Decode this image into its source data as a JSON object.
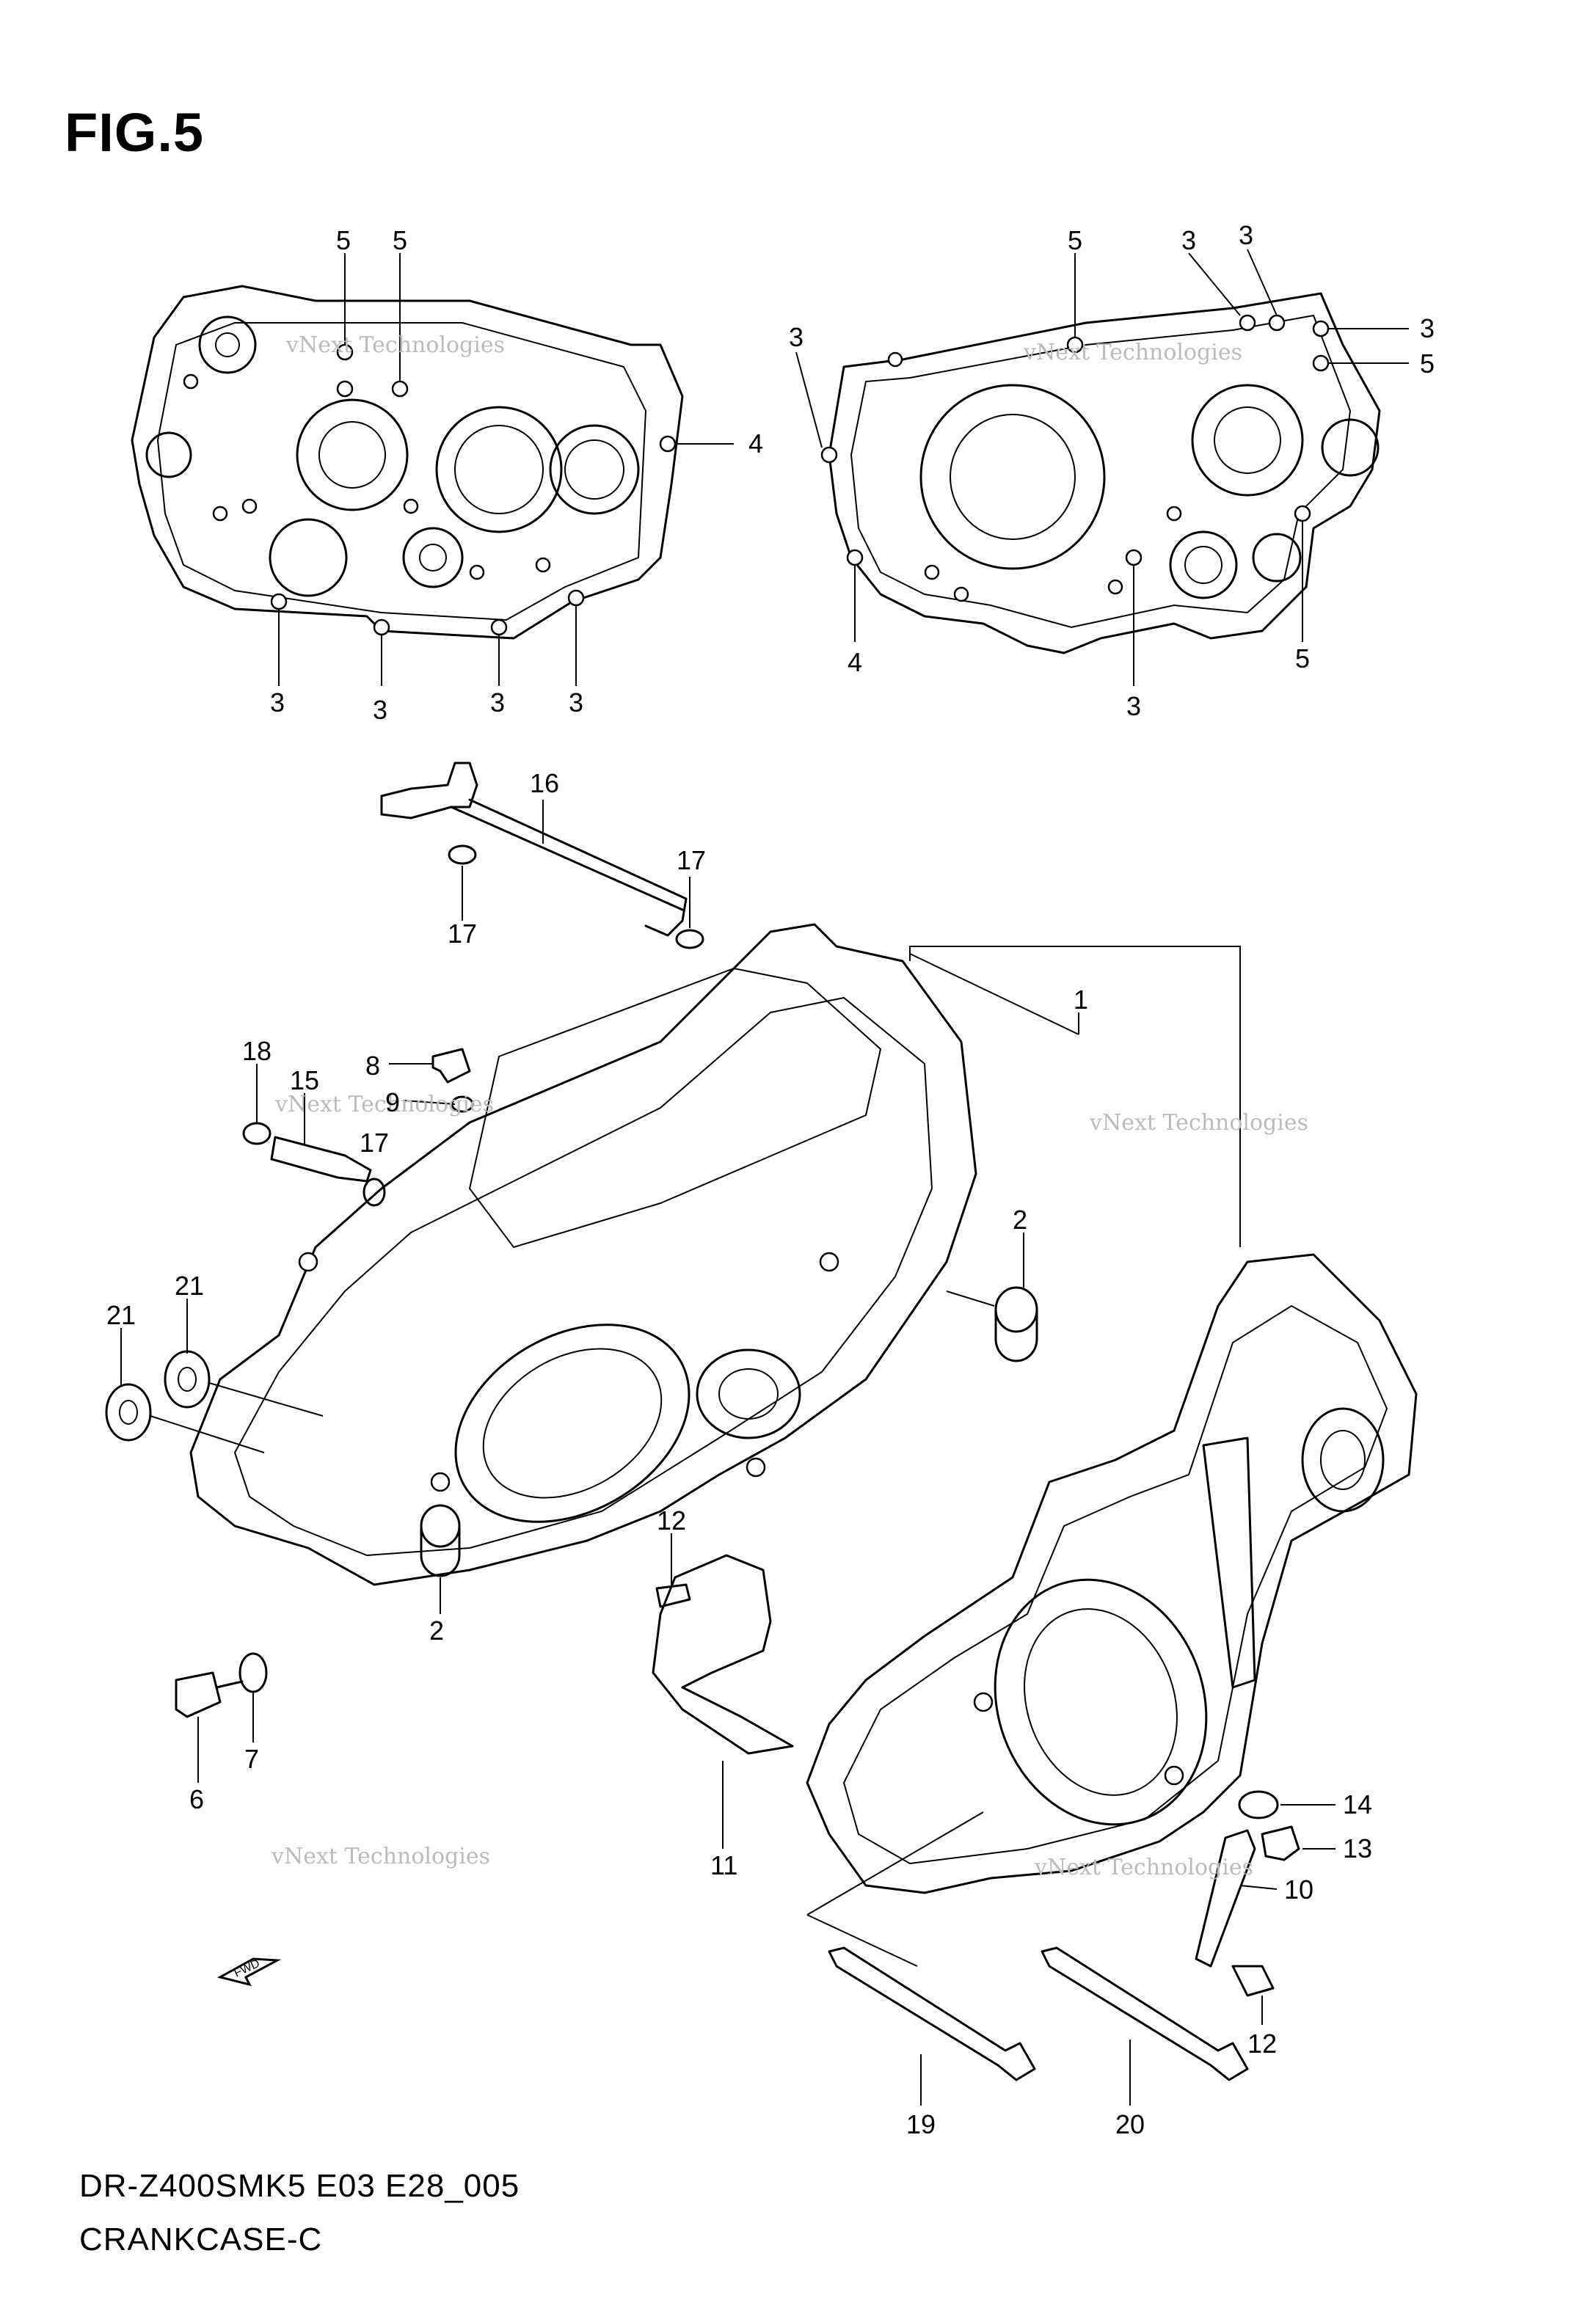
{
  "figure": {
    "title": "FIG.5"
  },
  "footer": {
    "model_code": "DR-Z400SMK5 E03 E28_005",
    "section_name": "CRANKCASE-C"
  },
  "watermark": {
    "brand": "vNext Technologies",
    "line1": "vNext",
    "line2": "Technologies"
  },
  "fwd_arrow_label": "FWD",
  "callouts": {
    "c5a": "5",
    "c5b": "5",
    "c4a": "4",
    "c3a": "3",
    "c3b": "3",
    "c3c": "3",
    "c3d": "3",
    "c5c": "5",
    "c3e": "3",
    "c3f": "3",
    "c3g": "3",
    "c3h": "3",
    "c5d": "5",
    "c5e": "5",
    "c4b": "4",
    "c3i": "3",
    "c16": "16",
    "c17a": "17",
    "c17b": "17",
    "c1": "1",
    "c18": "18",
    "c15": "15",
    "c8": "8",
    "c9": "9",
    "c17c": "17",
    "c21a": "21",
    "c21b": "21",
    "c2a": "2",
    "c2b": "2",
    "c12a": "12",
    "c6": "6",
    "c7": "7",
    "c11": "11",
    "c14": "14",
    "c13": "13",
    "c10": "10",
    "c12b": "12",
    "c19": "19",
    "c20": "20"
  }
}
